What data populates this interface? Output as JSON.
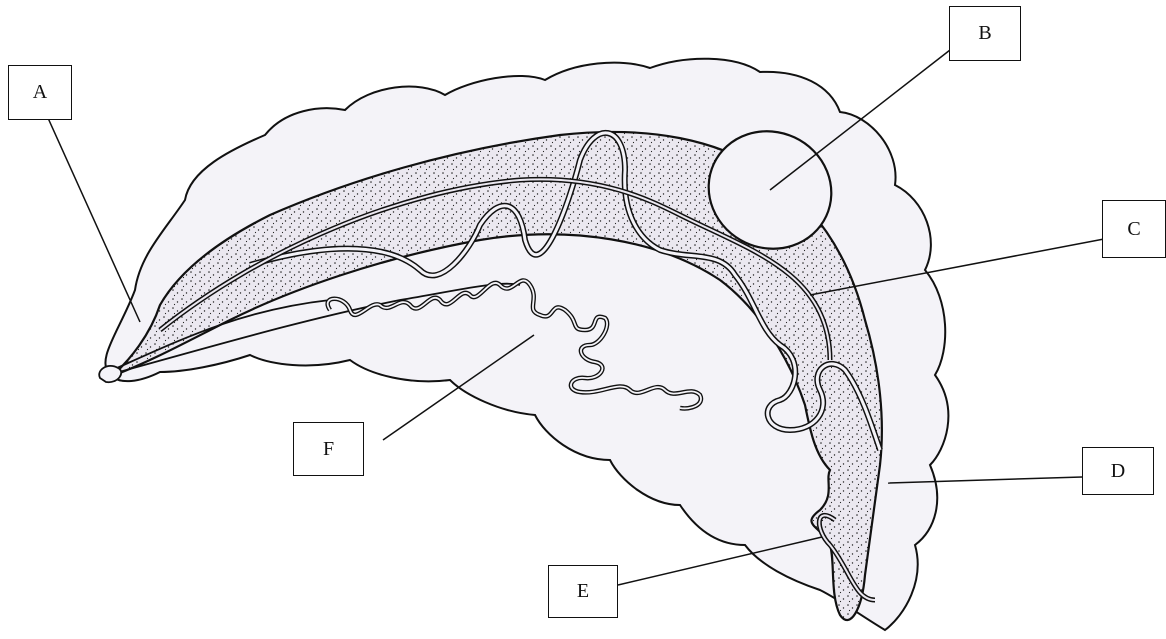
{
  "labels": {
    "a": "A",
    "b": "B",
    "c": "C",
    "d": "D",
    "e": "E",
    "f": "F"
  },
  "colors": {
    "outline": "#111111",
    "body_fill": "#f4f3f8",
    "stipple_fill": "#e9e6ef",
    "background": "#ffffff"
  }
}
